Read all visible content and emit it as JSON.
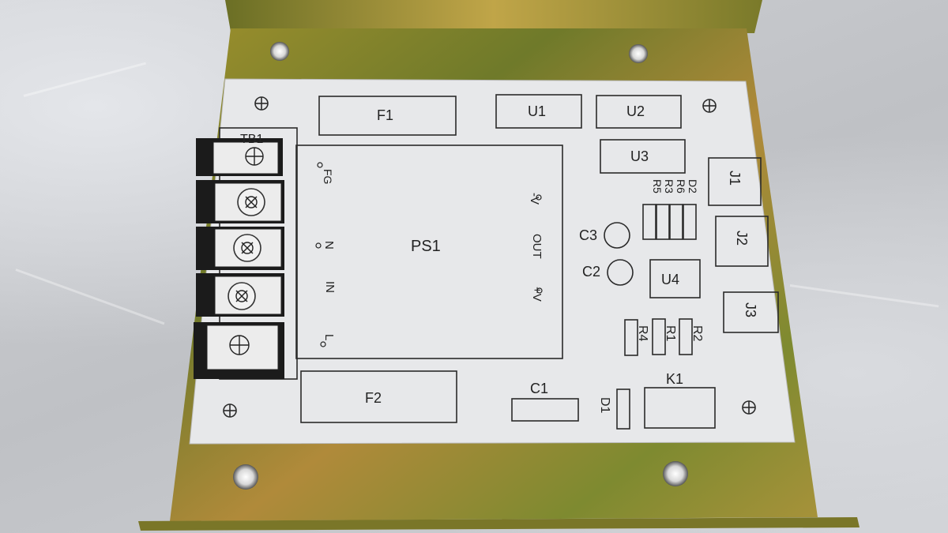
{
  "panel_labels": {
    "tb1": "TB1",
    "f1": "F1",
    "f2": "F2",
    "u1": "U1",
    "u2": "U2",
    "u3": "U3",
    "u4": "U4",
    "ps1": "PS1",
    "j1": "J1",
    "j2": "J2",
    "j3": "J3",
    "c1": "C1",
    "c2": "C2",
    "c3": "C3",
    "k1": "K1",
    "d1": "D1",
    "d2": "D2",
    "r1": "R1",
    "r2": "R2",
    "r3": "R3",
    "r4": "R4",
    "r5": "R5",
    "r6": "R6",
    "fg": "FG",
    "minus_v": "-V",
    "plus_v": "+V",
    "out": "OUT",
    "n": "N",
    "in": "IN",
    "l": "L"
  },
  "colors": {
    "bracket": "#8d8a2a",
    "label_plate": "#e7e8ea",
    "outline": "#2a2a2a",
    "background": "#c9cbcf"
  }
}
